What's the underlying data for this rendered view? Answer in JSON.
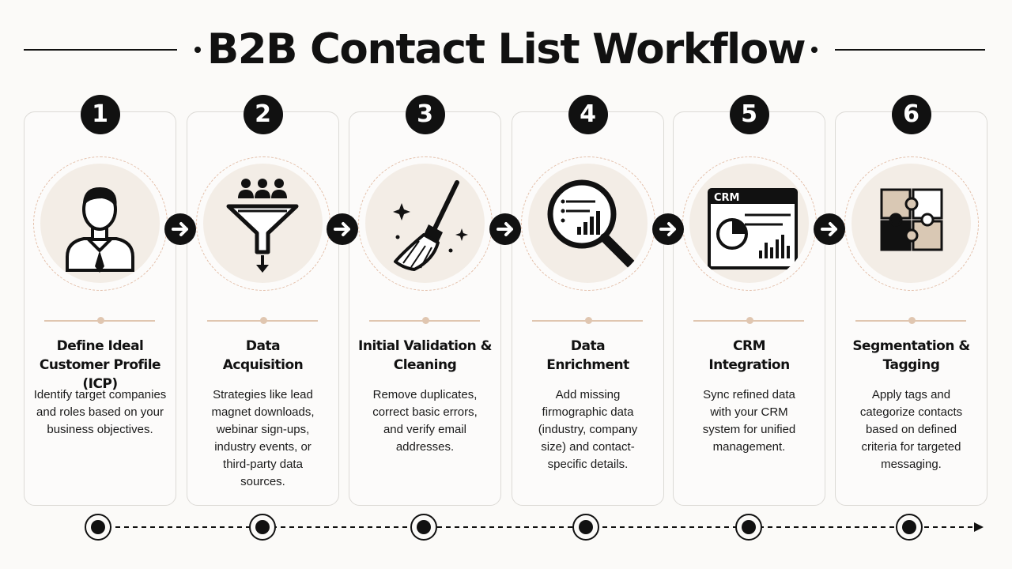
{
  "title": "B2B Contact List Workflow",
  "colors": {
    "ink": "#111111",
    "accent_peach": "#e0c6b0",
    "icon_disc_bg": "#f3ede6",
    "puzzle_tan": "#d9c8b4"
  },
  "steps": [
    {
      "number": "1",
      "title": "Define Ideal Customer Profile (ICP)",
      "description": "Identify target companies and roles based on your business objectives.",
      "icon": "person-profile-icon"
    },
    {
      "number": "2",
      "title": "Data Acquisition",
      "description": "Strategies like lead magnet downloads, webinar sign-ups, industry events, or third-party data sources.",
      "icon": "funnel-people-icon"
    },
    {
      "number": "3",
      "title": "Initial Validation & Cleaning",
      "description": "Remove duplicates, correct basic errors, and verify email addresses.",
      "icon": "broom-sparkle-icon"
    },
    {
      "number": "4",
      "title": "Data Enrichment",
      "description": "Add missing firmographic data (industry, company size) and contact-specific details.",
      "icon": "magnifier-chart-icon"
    },
    {
      "number": "5",
      "title": "CRM Integration",
      "description": "Sync refined data with your CRM system for unified management.",
      "icon": "crm-dashboard-icon",
      "icon_label": "CRM"
    },
    {
      "number": "6",
      "title": "Segmentation & Tagging",
      "description": "Apply tags and categorize contacts based on defined criteria for targeted messaging.",
      "icon": "puzzle-pieces-icon"
    }
  ]
}
